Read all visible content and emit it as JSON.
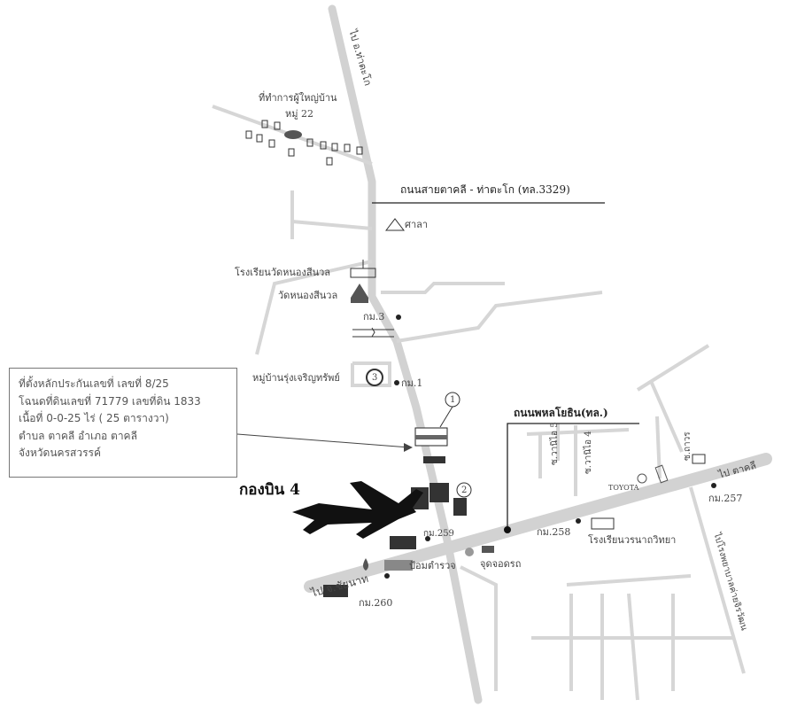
{
  "info_box": {
    "lines": [
      "ที่ตั้งหลักประกันเลขที่  เลขที่ 8/25",
      "โฉนดที่ดินเลขที่ 71779 เลขที่ดิน 1833",
      "เนื้อที่ 0-0-25 ไร่ ( 25 ตารางวา)",
      "ตำบล ตาคลี อำเภอ ตาคลี",
      "จังหวัดนครสวรรค์"
    ]
  },
  "labels": {
    "to_takhli_north": "ไป อ.ท่าตะโก",
    "village_head_office": "ที่ทำการผู้ใหญ่บ้าน",
    "village_no": "หมู่ 22",
    "road_3329": "ถนนสายตาคลี - ท่าตะโก (ทล.3329)",
    "sala": "ศาลา",
    "school_nong_sinuat": "โรงเรียนวัดหนองสีนวล",
    "wat_nong_sinuat": "วัดหนองสีนวล",
    "km3": "กม.3",
    "village_rung_charoen": "หมู่บ้านรุ่งเจริญทรัพย์",
    "km1": "กม.1",
    "phahon_road": "ถนนพหลโยธิน(ทล.)",
    "wing4": "กองบิน 4",
    "soi_a": "ซ.วานิไอ 5",
    "soi_b": "ซ.วานิไอ 4",
    "soi_c": "ซ.ถาวร",
    "toyota": "TOYOTA",
    "to_takhli_east": "ไป ตาคลี",
    "km257": "กม.257",
    "km258": "กม.258",
    "school_wanna": "โรงเรียนวรนาถวิทยา",
    "to_hospital": "ไปโรงพยาบาลค่ายจิรวัฒน",
    "km259": "กม.259",
    "police_box": "ป้อมตำรวจ",
    "bus_stop": "จุดจอดรถ",
    "to_chainat": "ไป จ.ชัยนาท",
    "km260": "กม.260",
    "marker1": "1",
    "marker2": "2",
    "marker3": "3"
  },
  "colors": {
    "road": "#d4d4d4",
    "line": "#222222"
  }
}
